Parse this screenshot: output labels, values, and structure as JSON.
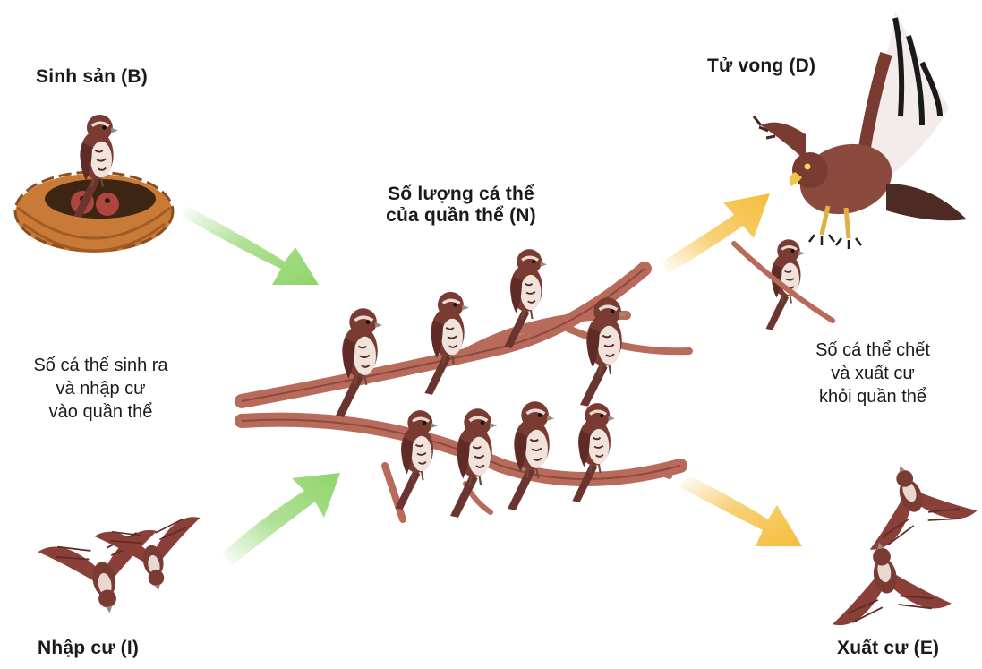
{
  "labels": {
    "birth": "Sinh sản (B)",
    "death": "Tử vong (D)",
    "population_line1": "Số lượng cá thể",
    "population_line2": "của quần thể (N)",
    "in_line1": "Số cá thể sinh ra",
    "in_line2": "và nhập cư",
    "in_line3": "vào quần thể",
    "out_line1": "Số cá thể chết",
    "out_line2": "và xuất cư",
    "out_line3": "khỏi quần thể",
    "immigration": "Nhập cư (I)",
    "emigration": "Xuất cư (E)"
  },
  "icons": {
    "nest": "bird-nest-icon",
    "perched_bird": "sparrow-icon",
    "hawk": "hawk-icon",
    "flying_bird": "flying-sparrow-icon",
    "branch": "tree-branch-icon"
  },
  "colors": {
    "arrow_in": "#8fd46a",
    "arrow_out": "#f5bd3c",
    "bird_body": "#7a3b33",
    "branch": "#b86a5b"
  }
}
